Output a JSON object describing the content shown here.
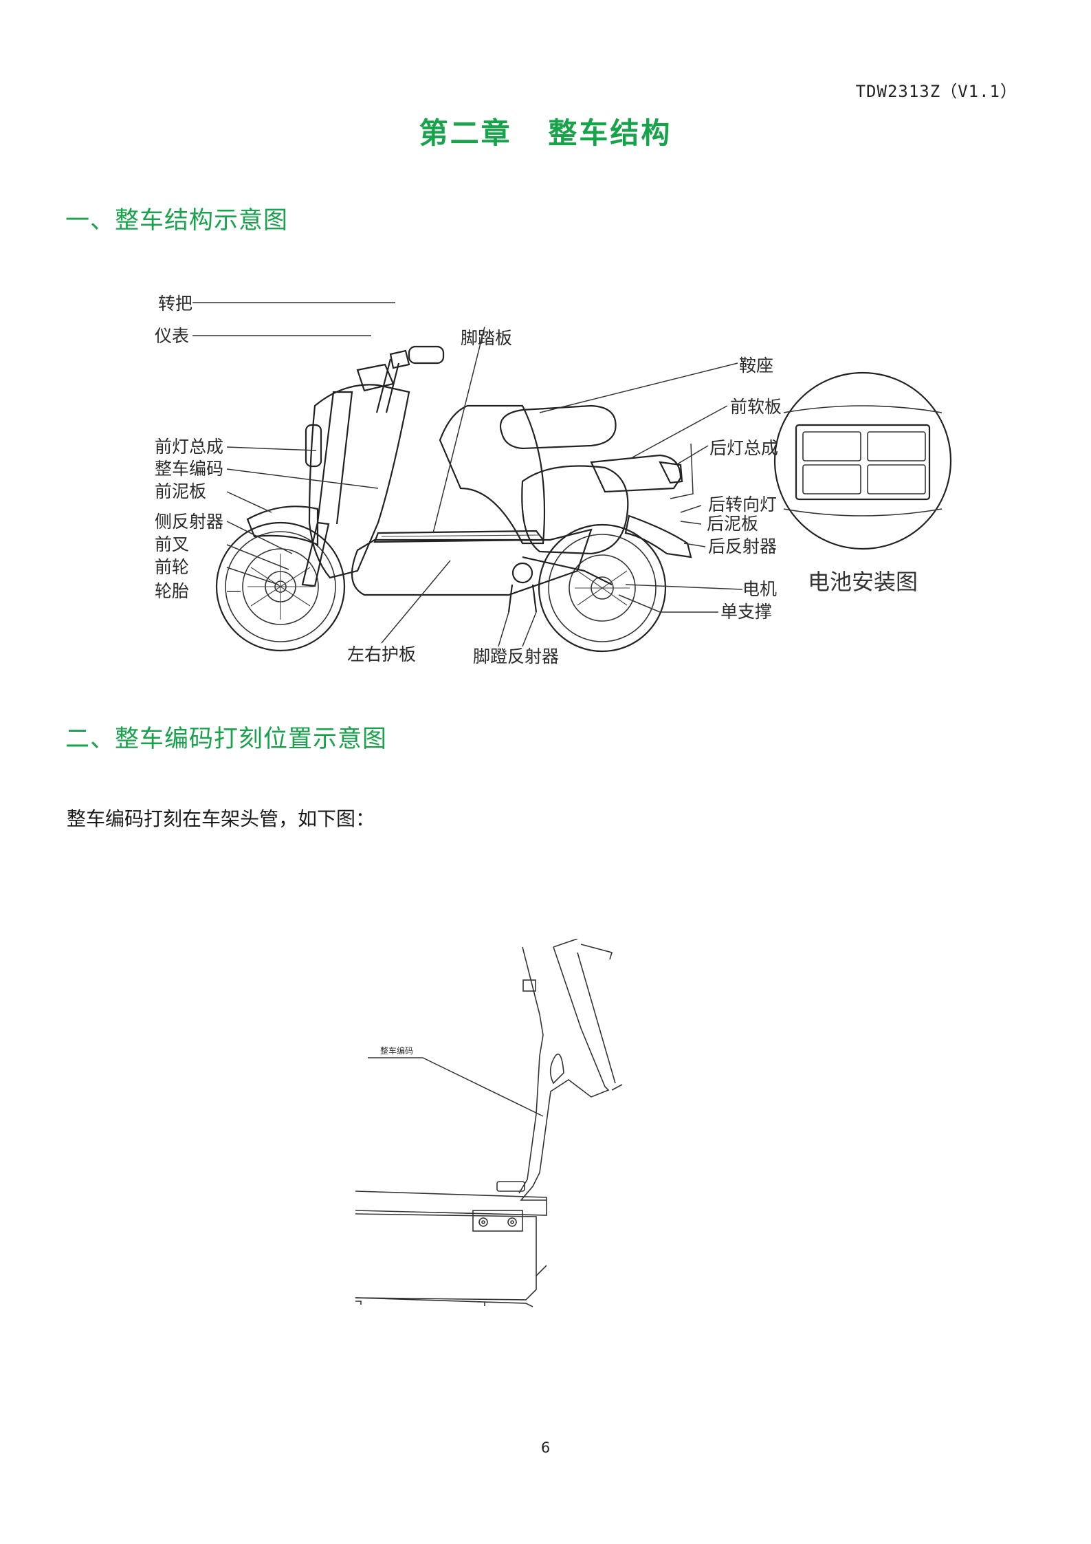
{
  "header": {
    "doc_code": "TDW2313Z（V1.1）"
  },
  "chapter": {
    "title": "第二章   整车结构"
  },
  "section1": {
    "title": "一、整车结构示意图",
    "labels": {
      "handle": "转把",
      "meter": "仪表",
      "footboard": "脚踏板",
      "saddle": "鞍座",
      "front_soft_panel": "前软板",
      "rear_light": "后灯总成",
      "headlight": "前灯总成",
      "vin": "整车编码",
      "front_fender": "前泥板",
      "side_reflector": "侧反射器",
      "front_fork": "前叉",
      "front_wheel": "前轮",
      "tire": "轮胎",
      "rear_turn_light": "后转向灯",
      "rear_fender": "后泥板",
      "rear_reflector": "后反射器",
      "motor": "电机",
      "kickstand": "单支撑",
      "side_panels": "左右护板",
      "pedal_reflector": "脚蹬反射器"
    },
    "battery_caption": "电池安装图"
  },
  "section2": {
    "title": "二、整车编码打刻位置示意图",
    "paragraph": "整车编码打刻在车架头管，如下图：",
    "frame_label": "整车编码"
  },
  "footer": {
    "page_number": "6"
  },
  "colors": {
    "heading_green": "#16a34a"
  }
}
